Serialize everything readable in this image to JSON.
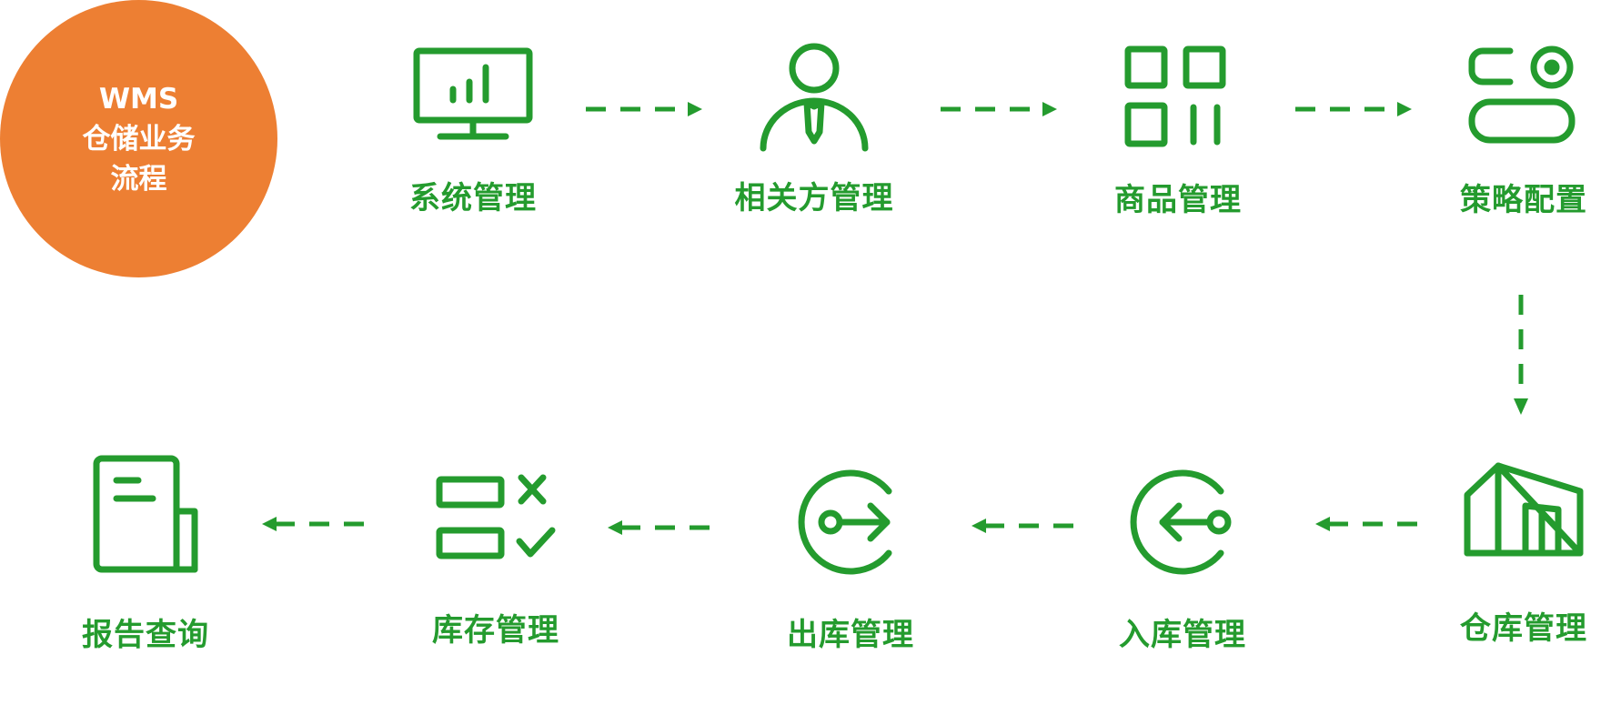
{
  "title": {
    "line1": "WMS",
    "line2": "仓储业务",
    "line3": "流程"
  },
  "colors": {
    "accent": "#249B2E",
    "badge": "#ED7F33"
  },
  "steps": [
    {
      "label": "系统管理",
      "icon": "monitor-chart-icon"
    },
    {
      "label": "相关方管理",
      "icon": "person-tie-icon"
    },
    {
      "label": "商品管理",
      "icon": "grid-icon"
    },
    {
      "label": "策略配置",
      "icon": "toggle-settings-icon"
    },
    {
      "label": "仓库管理",
      "icon": "warehouse-icon"
    },
    {
      "label": "入库管理",
      "icon": "inbound-icon"
    },
    {
      "label": "出库管理",
      "icon": "outbound-icon"
    },
    {
      "label": "库存管理",
      "icon": "checklist-icon"
    },
    {
      "label": "报告查询",
      "icon": "report-document-icon"
    }
  ]
}
